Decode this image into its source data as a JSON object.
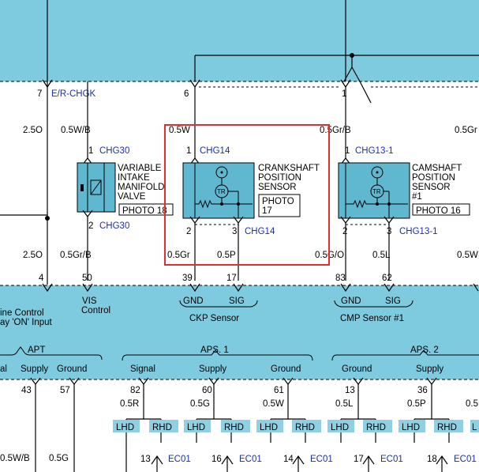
{
  "colors": {
    "panel": "#7ecbe0",
    "panel_dark": "#5fb7d0",
    "wire": "#000000",
    "connector_text": "#1a2fb8",
    "highlight": "#e0302c",
    "tag_bg": "#8fd0e3"
  },
  "top_pins": [
    {
      "pin": "7",
      "connector": "E/R-CHGK"
    },
    {
      "pin": "6",
      "connector": ""
    },
    {
      "pin": "1",
      "connector": ""
    }
  ],
  "wires_upper": [
    {
      "label": "2.5O"
    },
    {
      "label": "0.5W/B"
    },
    {
      "label": "0.5W"
    },
    {
      "label": "0.5Gr/B"
    },
    {
      "label": "0.5Gr"
    }
  ],
  "components": [
    {
      "id": "vis-valve",
      "name_lines": [
        "VARIABLE",
        "INTAKE",
        "MANIFOLD",
        "VALVE"
      ],
      "photo": "PHOTO 18",
      "top_pin": "1",
      "top_conn": "CHG30",
      "bottom_pin": "2",
      "bottom_conn": "CHG30"
    },
    {
      "id": "ckp-sensor",
      "name_lines": [
        "CRANKSHAFT",
        "POSITION",
        "SENSOR"
      ],
      "photo_lines": [
        "PHOTO",
        "17"
      ],
      "top_pin": "1",
      "top_conn": "CHG14",
      "bottom_pins": [
        "2",
        "3"
      ],
      "bottom_conn": "CHG14",
      "tr_label": "TR"
    },
    {
      "id": "cmp-sensor",
      "name_lines": [
        "CAMSHAFT",
        "POSITION",
        "SENSOR",
        "#1"
      ],
      "photo": "PHOTO 16",
      "top_pin": "1",
      "top_conn": "CHG13-1",
      "bottom_pins": [
        "2",
        "3"
      ],
      "bottom_conn": "CHG13-1",
      "tr_label": "TR"
    }
  ],
  "wires_middle": [
    {
      "label": "2.5O"
    },
    {
      "label": "0.5Gr/B"
    },
    {
      "label": "0.5Gr"
    },
    {
      "label": "0.5P"
    },
    {
      "label": "0.5G/O"
    },
    {
      "label": "0.5L"
    },
    {
      "label": "0.5W"
    }
  ],
  "ecm_pins": [
    {
      "pin": "4"
    },
    {
      "pin": "50"
    },
    {
      "pin": "39"
    },
    {
      "pin": "17"
    },
    {
      "pin": "83"
    },
    {
      "pin": "62"
    }
  ],
  "ecm_labels": {
    "engine_control_line1": "ine Control",
    "engine_control_line2": "ay 'ON' Input",
    "vis_line1": "VIS",
    "vis_line2": "Control",
    "ckp_gnd": "GND",
    "ckp_sig": "SIG",
    "ckp_name": "CKP Sensor",
    "cmp_gnd": "GND",
    "cmp_sig": "SIG",
    "cmp_name": "CMP Sensor #1"
  },
  "lower_groups": {
    "apt": "APT",
    "aps1": "APS. 1",
    "aps2": "APS. 2"
  },
  "lower_sublabels": [
    {
      "text": "al"
    },
    {
      "text": "Supply"
    },
    {
      "text": "Ground"
    },
    {
      "text": "Signal"
    },
    {
      "text": "Supply"
    },
    {
      "text": "Ground"
    },
    {
      "text": "Ground"
    },
    {
      "text": "Supply"
    }
  ],
  "lower_pins": [
    {
      "pin": "43"
    },
    {
      "pin": "57"
    },
    {
      "pin": "82"
    },
    {
      "pin": "60"
    },
    {
      "pin": "61"
    },
    {
      "pin": "13"
    },
    {
      "pin": "36"
    }
  ],
  "lower_wires": [
    {
      "label": "0.5R"
    },
    {
      "label": "0.5G"
    },
    {
      "label": "0.5W"
    },
    {
      "label": "0.5L"
    },
    {
      "label": "0.5P"
    },
    {
      "label": "0.5"
    }
  ],
  "tags": [
    "LHD",
    "RHD",
    "LHD",
    "RHD",
    "LHD",
    "RHD",
    "LHD",
    "RHD",
    "LHD",
    "RHD",
    "L"
  ],
  "bottom_connectors": [
    {
      "pin": "13",
      "conn": "EC01"
    },
    {
      "pin": "16",
      "conn": "EC01"
    },
    {
      "pin": "14",
      "conn": "EC01"
    },
    {
      "pin": "17",
      "conn": "EC01"
    },
    {
      "pin": "18",
      "conn": "EC01"
    }
  ],
  "bottom_wires": [
    {
      "label": "0.5W/B"
    },
    {
      "label": "0.5G"
    }
  ]
}
